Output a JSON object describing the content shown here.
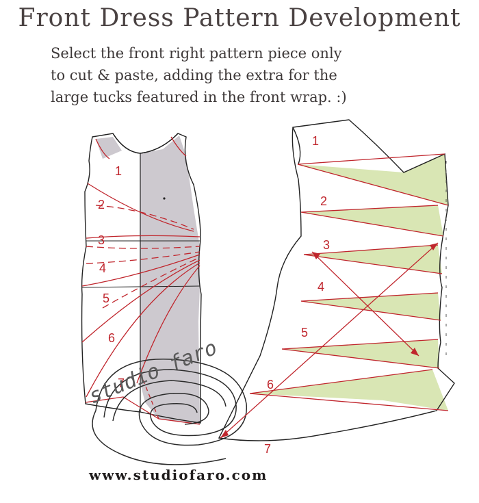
{
  "title": "Front Dress Pattern Development",
  "instructions": [
    "Select the front right pattern piece only",
    "to cut & paste, adding the extra for the",
    "large tucks featured in the front wrap.  :)"
  ],
  "left_piece_numbers": [
    "1",
    "2",
    "3",
    "4",
    "5",
    "6",
    "7"
  ],
  "right_piece_numbers": [
    "1",
    "2",
    "3",
    "4",
    "5",
    "6",
    "7"
  ],
  "watermark": "studio faro",
  "website": "www.studiofaro.com",
  "colors": {
    "outline": "#222222",
    "stitch_lines": "#c0262d",
    "shaded_panel": "#cdc9cf",
    "tuck_fill": "#d9e6b4",
    "title": "#4a4242"
  }
}
